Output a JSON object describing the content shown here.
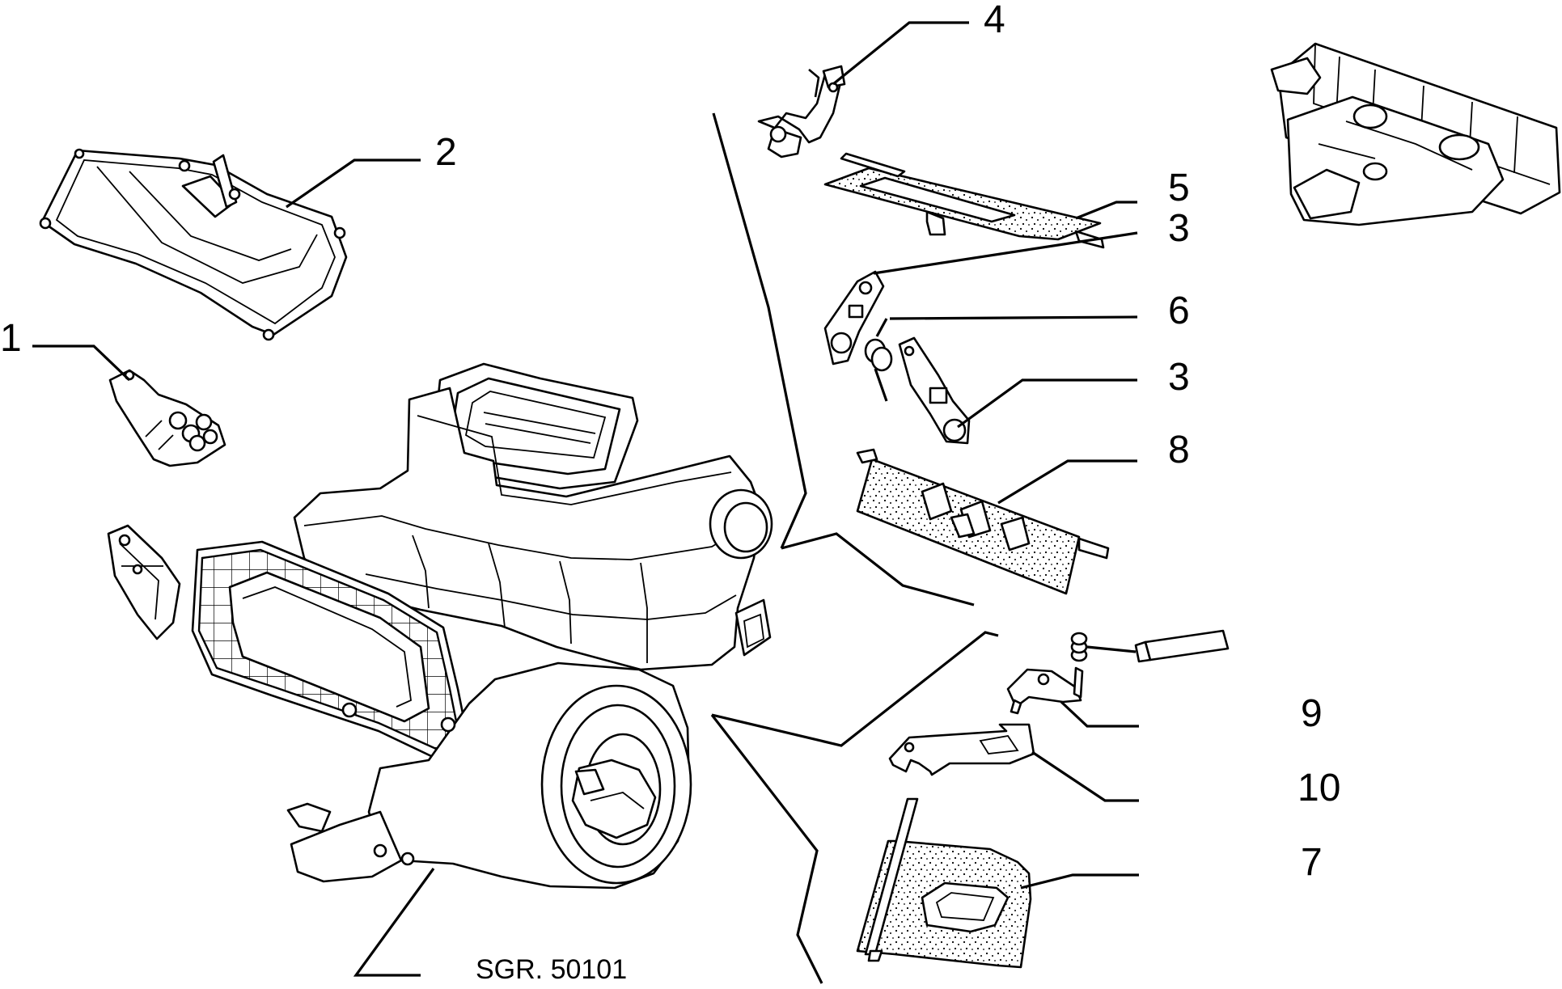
{
  "callouts": {
    "c1": "1",
    "c2": "2",
    "c3a": "3",
    "c3b": "3",
    "c4": "4",
    "c5": "5",
    "c6": "6",
    "c7": "7",
    "c8": "8",
    "c9": "9",
    "c10": "10"
  },
  "reference": "SGR. 50101"
}
